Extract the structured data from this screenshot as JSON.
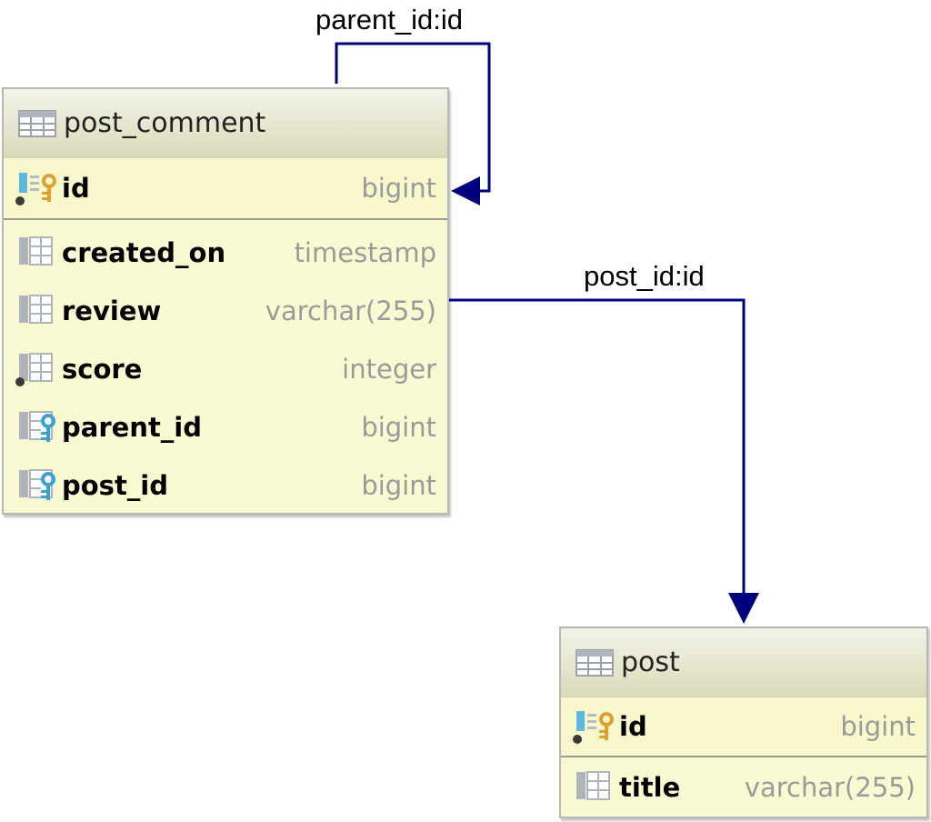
{
  "relations": [
    {
      "label": "parent_id:id"
    },
    {
      "label": "post_id:id"
    }
  ],
  "tables": {
    "post_comment": {
      "name": "post_comment",
      "primary_key": {
        "name": "id",
        "type": "bigint"
      },
      "columns": [
        {
          "name": "created_on",
          "type": "timestamp"
        },
        {
          "name": "review",
          "type": "varchar(255)"
        },
        {
          "name": "score",
          "type": "integer"
        },
        {
          "name": "parent_id",
          "type": "bigint"
        },
        {
          "name": "post_id",
          "type": "bigint"
        }
      ]
    },
    "post": {
      "name": "post",
      "primary_key": {
        "name": "id",
        "type": "bigint"
      },
      "columns": [
        {
          "name": "title",
          "type": "varchar(255)"
        }
      ]
    }
  },
  "colors": {
    "relation_line": "#00007f",
    "table_body": "#fafad2",
    "type_text": "#9a9a9a"
  },
  "icons": {
    "table": "table-icon",
    "primary_key": "primary-key-icon",
    "column": "column-icon",
    "not_null_column": "not-null-column-icon",
    "foreign_key": "foreign-key-icon"
  }
}
